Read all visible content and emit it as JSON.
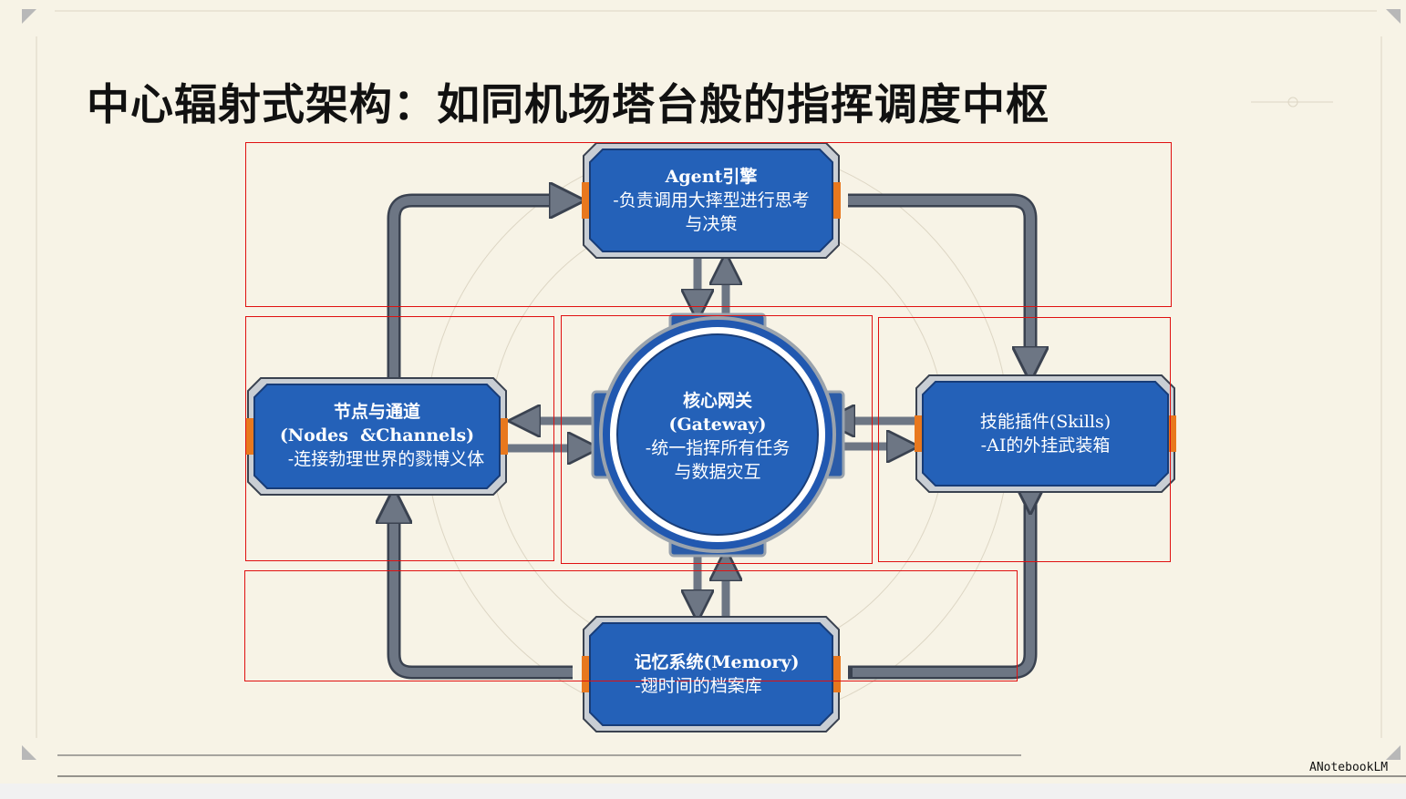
{
  "title": "中心辐射式架构：如同机场塔台般的指挥调度中枢",
  "nodes": {
    "agent": {
      "name": "Agent引擎",
      "desc_line1": "-负责调用大摔型进行思考",
      "desc_line2": "与决策"
    },
    "channels": {
      "name": "节点与通道",
      "name_en": "(Nodes  &Channels)",
      "desc": "-连接勃理世界的戮博义体"
    },
    "gateway": {
      "name": "核心网关",
      "name_en": "(Gateway)",
      "desc_line1": "-统一指挥所有任务",
      "desc_line2": "与数据灾互"
    },
    "skills": {
      "name": "技能插件(Skills)",
      "desc": "-AI的外挂武装箱"
    },
    "memory": {
      "name": "记忆系统(Memory)",
      "desc": "-翅时间的档案库"
    }
  },
  "colors": {
    "box_blue": "#2461b8",
    "arrow_gray": "#6d7684",
    "accent_orange": "#e8781e",
    "background": "#f7f3e6"
  },
  "footer": {
    "watermark": "ANotebookLM"
  }
}
